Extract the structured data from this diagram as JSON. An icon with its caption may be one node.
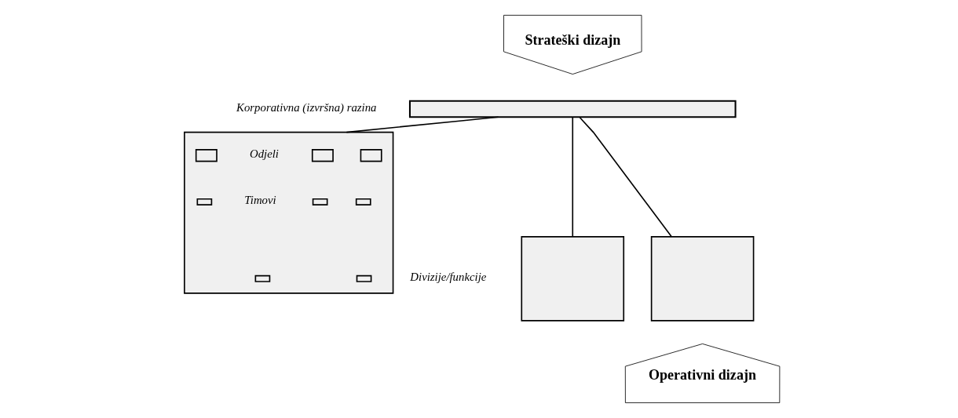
{
  "diagram": {
    "nodes": [
      {
        "text": [
          "Strateški dizajn"
        ]
      },
      {
        "text": [],
        "shape": "bar",
        "beside": [
          "Korporativna (izvršna) razina"
        ]
      },
      {
        "text": [],
        "shape": "box",
        "beside": [
          "Divizije/funkcije"
        ]
      },
      {
        "text": [],
        "shape": "box"
      },
      {
        "text": [],
        "shape": "box",
        "beside": [
          "Odjeli",
          "Timovi"
        ]
      },
      {
        "text": [],
        "shape": "box",
        "in": 4
      },
      {
        "text": [],
        "shape": "box",
        "in": 4
      },
      {
        "text": [],
        "shape": "box",
        "in": 4
      },
      {
        "text": [],
        "shape": "box",
        "in": 4
      },
      {
        "text": [],
        "shape": "box",
        "in": 4
      },
      {
        "text": [],
        "shape": "box",
        "in": 4
      },
      {
        "text": [],
        "shape": "box",
        "in": 4
      },
      {
        "text": [],
        "shape": "box",
        "in": 4
      },
      {
        "text": [
          "Operativni dizajn"
        ]
      }
    ],
    "edges": [
      {
        "from": 1,
        "to": 2,
        "arrow": "none"
      },
      {
        "from": 1,
        "to": 3,
        "arrow": "none"
      },
      {
        "from": 1,
        "to": 4,
        "arrow": "none"
      }
    ]
  }
}
